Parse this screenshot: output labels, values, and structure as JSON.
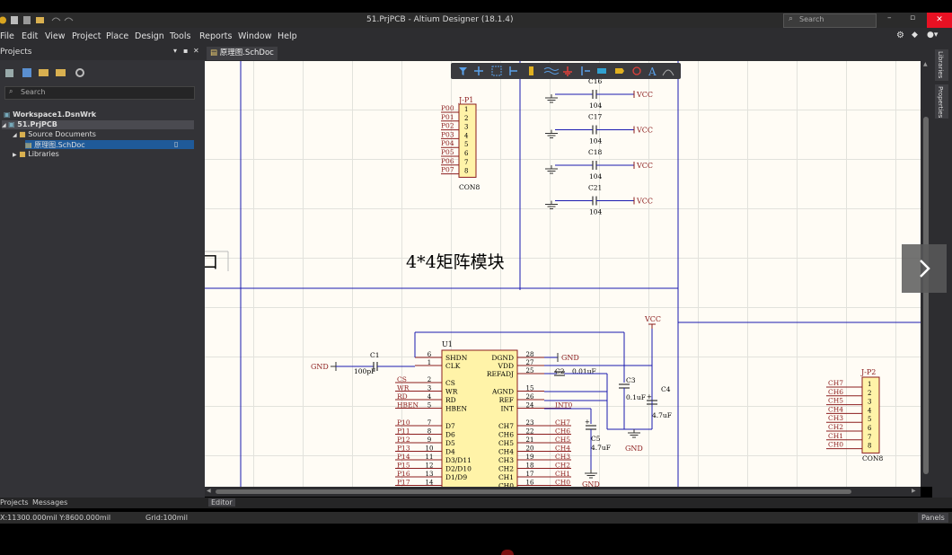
{
  "window": {
    "title": "51.PrjPCB - Altium Designer (18.1.4)",
    "search_placeholder": "Search"
  },
  "menu": [
    "File",
    "Edit",
    "View",
    "Project",
    "Place",
    "Design",
    "Tools",
    "Reports",
    "Window",
    "Help"
  ],
  "projects_panel": {
    "title": "Projects",
    "search_placeholder": "Search",
    "tree": {
      "workspace": "Workspace1.DsnWrk",
      "project": "51.PrjPCB",
      "source_folder": "Source Documents",
      "document": "原理图.SchDoc",
      "libraries": "Libraries"
    }
  },
  "doc_tab": "原理图.SchDoc",
  "right_tabs": [
    "Libraries",
    "Properties"
  ],
  "bottom_tabs": {
    "projects": "Projects",
    "messages": "Messages",
    "editor": "Editor",
    "panels": "Panels"
  },
  "status": {
    "coords": "X:11300.000mil Y:8600.000mil",
    "grid": "Grid:100mil"
  },
  "colors": {
    "wire": "#1a1ab0",
    "part_fill": "#fff3a8",
    "part_border": "#8b1c1c",
    "net": "#8b1c1c",
    "grid": "#e2e2dc"
  },
  "schematic": {
    "module_title": "4*4矩阵模块",
    "left_fragment": "口",
    "jp1": {
      "ref": "J-P1",
      "footprint": "CON8",
      "nets": [
        "P00",
        "P01",
        "P02",
        "P03",
        "P04",
        "P05",
        "P06",
        "P07"
      ],
      "pins": [
        "1",
        "2",
        "3",
        "4",
        "5",
        "6",
        "7",
        "8"
      ]
    },
    "caps_right": [
      {
        "ref": "C16",
        "value": "104",
        "net": "VCC"
      },
      {
        "ref": "C17",
        "value": "104",
        "net": "VCC"
      },
      {
        "ref": "C18",
        "value": "104",
        "net": "VCC"
      },
      {
        "ref": "C21",
        "value": "104",
        "net": "VCC"
      }
    ],
    "jp2": {
      "ref": "J-P2",
      "footprint": "CON8",
      "nets": [
        "CH7",
        "CH6",
        "CH5",
        "CH4",
        "CH3",
        "CH2",
        "CH1",
        "CH0"
      ],
      "pins": [
        "1",
        "2",
        "3",
        "4",
        "5",
        "6",
        "7",
        "8"
      ]
    },
    "u1": {
      "ref": "U1",
      "left_pins": [
        {
          "num": "6",
          "name": "SHDN"
        },
        {
          "num": "1",
          "name": "CLK"
        },
        {
          "num": "2",
          "name": "CS",
          "net": "CS"
        },
        {
          "num": "3",
          "name": "WR",
          "net": "WR"
        },
        {
          "num": "4",
          "name": "RD",
          "net": "RD"
        },
        {
          "num": "5",
          "name": "HBEN",
          "net": "HBEN"
        },
        {
          "num": "7",
          "name": "D7",
          "net": "P10"
        },
        {
          "num": "8",
          "name": "D6",
          "net": "P11"
        },
        {
          "num": "9",
          "name": "D5",
          "net": "P12"
        },
        {
          "num": "10",
          "name": "D4",
          "net": "P13"
        },
        {
          "num": "11",
          "name": "D3/D11",
          "net": "P14"
        },
        {
          "num": "12",
          "name": "D2/D10",
          "net": "P15"
        },
        {
          "num": "13",
          "name": "D1/D9",
          "net": "P16"
        },
        {
          "num": "14",
          "name": "",
          "net": "P17"
        }
      ],
      "right_pins": [
        {
          "num": "28",
          "name": "DGND"
        },
        {
          "num": "27",
          "name": "VDD"
        },
        {
          "num": "25",
          "name": "REFADJ"
        },
        {
          "num": "15",
          "name": "AGND"
        },
        {
          "num": "26",
          "name": "REF"
        },
        {
          "num": "24",
          "name": "INT",
          "net": "INT0"
        },
        {
          "num": "23",
          "name": "CH7",
          "net": "CH7"
        },
        {
          "num": "22",
          "name": "CH6",
          "net": "CH6"
        },
        {
          "num": "21",
          "name": "CH5",
          "net": "CH5"
        },
        {
          "num": "20",
          "name": "CH4",
          "net": "CH4"
        },
        {
          "num": "19",
          "name": "CH3",
          "net": "CH3"
        },
        {
          "num": "18",
          "name": "CH2",
          "net": "CH2"
        },
        {
          "num": "17",
          "name": "CH1",
          "net": "CH1"
        },
        {
          "num": "16",
          "name": "CH0",
          "net": "CH0"
        }
      ]
    },
    "c1": {
      "ref": "C1",
      "value": "100pF"
    },
    "c2": {
      "ref": "C2",
      "value": "0.01uF"
    },
    "c3": {
      "ref": "C3",
      "value": "0.1uF"
    },
    "c4": {
      "ref": "C4",
      "value": "4.7uF"
    },
    "c5": {
      "ref": "C5",
      "value": "4.7uF"
    },
    "power": {
      "gnd": "GND",
      "vcc": "VCC"
    }
  }
}
